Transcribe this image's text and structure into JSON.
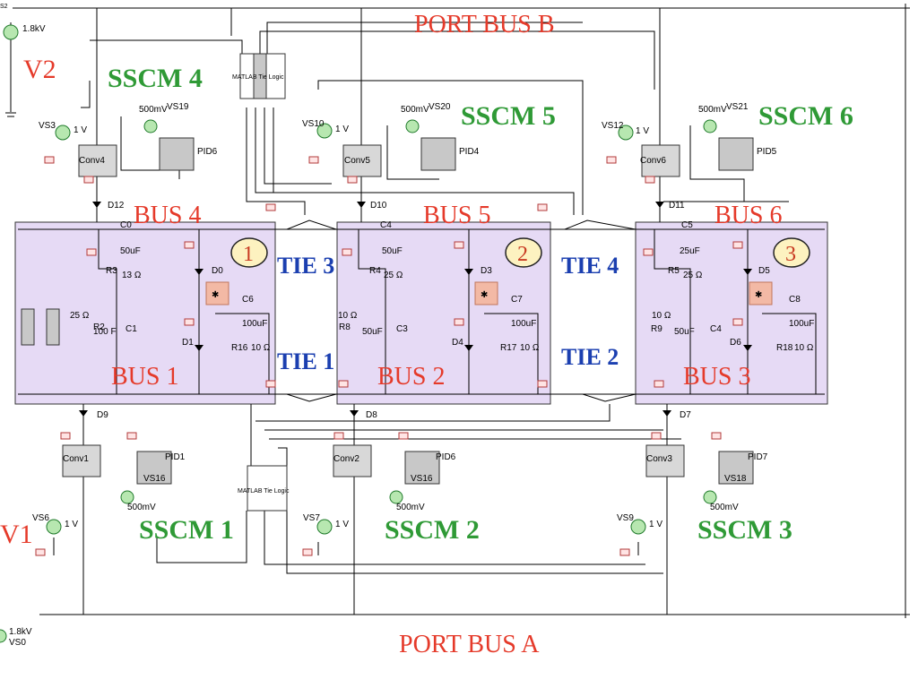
{
  "ports": {
    "top": "PORT BUS B",
    "bottom": "PORT BUS A"
  },
  "voltage_labels": {
    "top": "V2",
    "bottom": "V1"
  },
  "main_sources": {
    "top_value": "1.8kV",
    "top_name": "S2",
    "bottom_value": "1.8kV",
    "bottom_name": "VS0"
  },
  "buses": [
    {
      "upper": "BUS 4",
      "lower": "BUS 1",
      "number": "1"
    },
    {
      "upper": "BUS 5",
      "lower": "BUS 2",
      "number": "2"
    },
    {
      "upper": "BUS 6",
      "lower": "BUS 3",
      "number": "3"
    }
  ],
  "ties": [
    "TIE 3",
    "TIE 1",
    "TIE 4",
    "TIE 2"
  ],
  "sscm_top": [
    {
      "name": "SSCM 4",
      "vs": "VS3",
      "vs_value": "1 V",
      "conv": "Conv4",
      "pid_src": "VS19",
      "pid_src_value": "500mV",
      "pid": "PID6",
      "diode": "D12"
    },
    {
      "name": "SSCM 5",
      "vs": "VS10",
      "vs_value": "1 V",
      "conv": "Conv5",
      "pid_src": "VS20",
      "pid_src_value": "500mV",
      "pid": "PID4",
      "diode": "D10"
    },
    {
      "name": "SSCM 6",
      "vs": "VS12",
      "vs_value": "1 V",
      "conv": "Conv6",
      "pid_src": "VS21",
      "pid_src_value": "500mV",
      "pid": "PID5",
      "diode": "D11"
    }
  ],
  "sscm_bottom": [
    {
      "name": "SSCM 1",
      "vs": "VS6",
      "vs_value": "1 V",
      "conv": "Conv1",
      "pid_src": "VS16",
      "pid_src_value": "500mV",
      "pid": "PID1",
      "diode": "D9"
    },
    {
      "name": "SSCM 2",
      "vs": "VS7",
      "vs_value": "1 V",
      "conv": "Conv2",
      "pid_src": "VS16",
      "pid_src_value": "500mV",
      "pid": "PID6",
      "diode": "D8"
    },
    {
      "name": "SSCM 3",
      "vs": "VS9",
      "vs_value": "1 V",
      "conv": "Conv3",
      "pid_src": "VS18",
      "pid_src_value": "500mV",
      "pid": "PID7",
      "diode": "D7"
    }
  ],
  "logic_block": "MATLAB Tie Logic",
  "bus_components": [
    {
      "cap_top": "C0",
      "cap_top_value": "50uF",
      "res_top": "R3",
      "res_top_value": "13 Ω",
      "diode_a": "D0",
      "diode_b": "D1",
      "cap_mid": "C6",
      "cap_mid_value": "100uF",
      "res_mid": "R16",
      "res_mid_value": "10 Ω",
      "extra_a": "25 Ω",
      "extra_b": "R2",
      "extra_c": "100 F",
      "extra_d": "C1"
    },
    {
      "cap_top": "C4",
      "cap_top_value": "50uF",
      "res_top": "R4",
      "res_top_value": "25 Ω",
      "diode_a": "D3",
      "diode_b": "D4",
      "cap_mid": "C7",
      "cap_mid_value": "100uF",
      "res_mid": "R17",
      "res_mid_value": "10 Ω",
      "extra_a": "10 Ω",
      "extra_b": "R8",
      "extra_c": "50uF",
      "extra_d": "C3"
    },
    {
      "cap_top": "C5",
      "cap_top_value": "25uF",
      "res_top": "R5",
      "res_top_value": "25 Ω",
      "diode_a": "D5",
      "diode_b": "D6",
      "cap_mid": "C8",
      "cap_mid_value": "100uF",
      "res_mid": "R18",
      "res_mid_value": "10 Ω",
      "extra_a": "10 Ω",
      "extra_b": "R9",
      "extra_c": "50uF",
      "extra_d": "C4"
    }
  ]
}
